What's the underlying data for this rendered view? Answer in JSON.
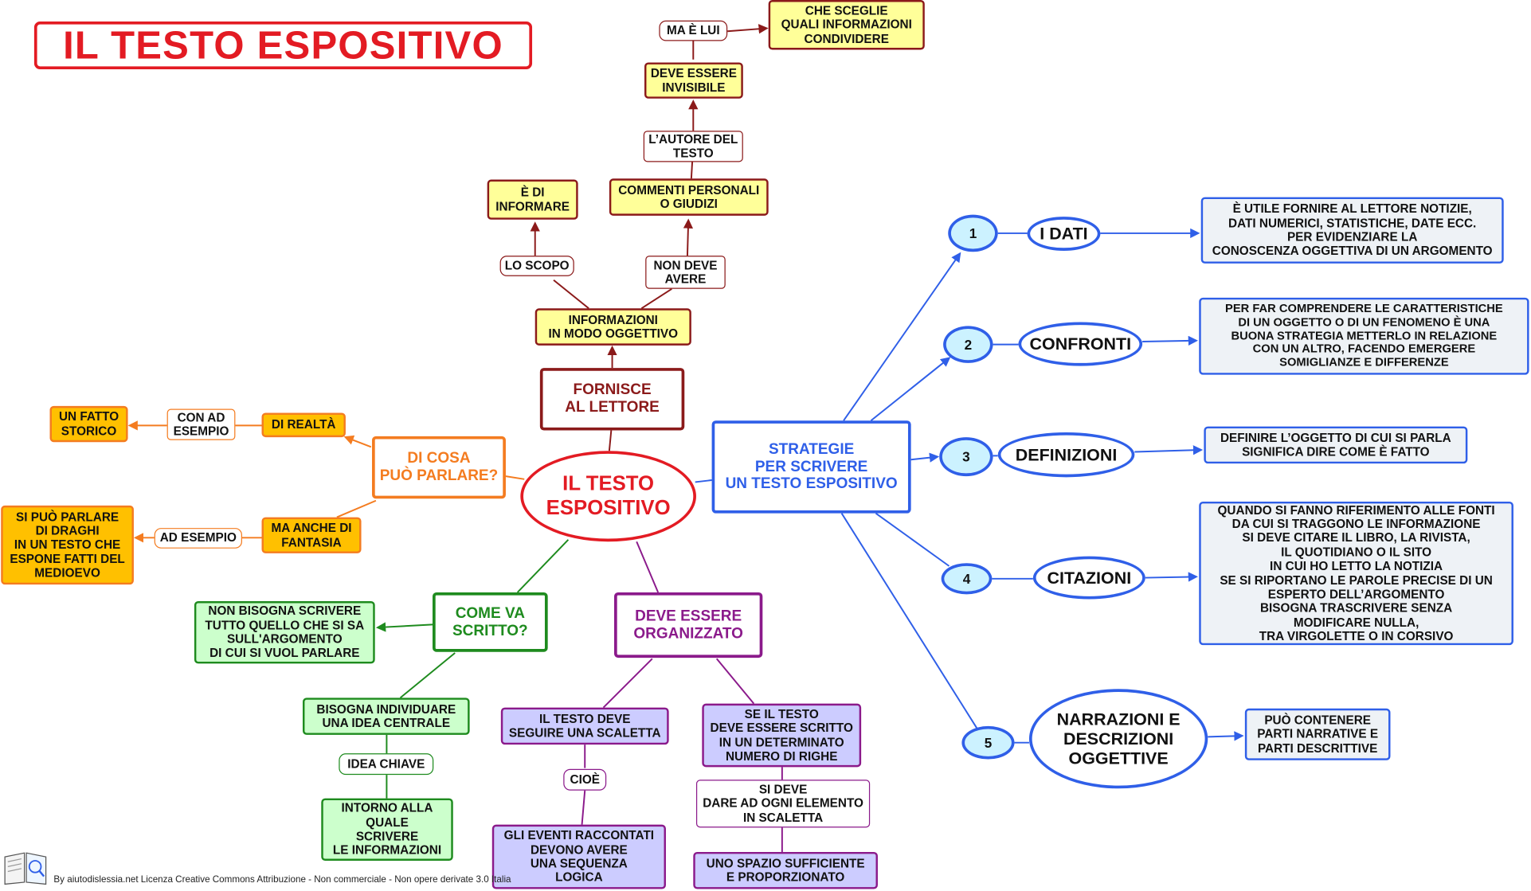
{
  "title": "IL TESTO ESPOSITIVO",
  "center": "IL TESTO\nESPOSITIVO",
  "footer": "By aiutodislessia.net Licenza Creative Commons Attribuzione - Non commerciale - Non opere derivate 3.0 Italia",
  "footer_logo": "aiutodislessia",
  "colors": {
    "red": "#e31b23",
    "darkred": "#8b1a1a",
    "orange": "#f47c20",
    "yellow_fill": "#ffff99",
    "gold_fill": "#ffc000",
    "green": "#1e8b1e",
    "green_fill": "#ccffcc",
    "purple": "#8b1a8b",
    "lavender_fill": "#ccccff",
    "blue": "#2f5fe8",
    "cyan_fill": "#ccf2ff",
    "gray_fill": "#eef2f6"
  },
  "top_branch": {
    "fornisce": "FORNISCE\nAL LETTORE",
    "informazioni": "INFORMAZIONI\nIN MODO OGGETTIVO",
    "lo_scopo": "LO SCOPO",
    "e_di_informare": "È DI\nINFORMARE",
    "non_deve_avere": "NON DEVE\nAVERE",
    "commenti": "COMMENTI PERSONALI\nO GIUDIZI",
    "autore": "L’AUTORE DEL\nTESTO",
    "invisibile": "DEVE ESSERE\nINVISIBILE",
    "ma_e_lui": "MA È LUI",
    "che_sceglie": "CHE SCEGLIE\nQUALI INFORMAZIONI\nCONDIVIDERE"
  },
  "left_branch": {
    "di_cosa": "DI COSA\nPUÒ PARLARE?",
    "di_realta": "DI REALTÀ",
    "con_ad_esempio": "CON AD\nESEMPIO",
    "fatto_storico": "UN FATTO\nSTORICO",
    "ma_anche": "MA ANCHE DI\nFANTASIA",
    "ad_esempio": "AD ESEMPIO",
    "draghi": "SI PUÒ PARLARE\nDI DRAGHI\nIN UN TESTO CHE\nESPONE FATTI DEL\nMEDIOEVO"
  },
  "green_branch": {
    "come_va": "COME VA\nSCRITTO?",
    "non_bisogna": "NON BISOGNA SCRIVERE\nTUTTO QUELLO CHE SI SA\nSULL'ARGOMENTO\nDI CUI SI VUOL PARLARE",
    "individuare": "BISOGNA INDIVIDUARE\nUNA IDEA CENTRALE",
    "idea_chiave": "IDEA CHIAVE",
    "intorno": "INTORNO ALLA\nQUALE\nSCRIVERE\nLE INFORMAZIONI"
  },
  "purple_branch": {
    "organizzato": "DEVE ESSERE\nORGANIZZATO",
    "scaletta": "IL TESTO DEVE\nSEGUIRE UNA SCALETTA",
    "cioe": "CIOÈ",
    "eventi": "GLI EVENTI RACCONTATI\nDEVONO AVERE\nUNA SEQUENZA\nLOGICA",
    "righe": "SE IL TESTO\nDEVE ESSERE SCRITTO\nIN UN DETERMINATO\nNUMERO DI RIGHE",
    "si_deve": "SI DEVE\nDARE AD OGNI ELEMENTO\nIN SCALETTA",
    "spazio": "UNO SPAZIO SUFFICIENTE\nE PROPORZIONATO"
  },
  "strategies": {
    "heading": "STRATEGIE\nPER SCRIVERE\nUN TESTO ESPOSITIVO",
    "items": [
      {
        "num": "1",
        "name": "I DATI",
        "desc": "È UTILE FORNIRE AL LETTORE NOTIZIE,\nDATI NUMERICI, STATISTICHE, DATE ECC.\nPER EVIDENZIARE LA\nCONOSCENZA OGGETTIVA DI UN ARGOMENTO"
      },
      {
        "num": "2",
        "name": "CONFRONTI",
        "desc": "PER FAR COMPRENDERE LE CARATTERISTICHE\nDI UN OGGETTO O DI UN FENOMENO È UNA\nBUONA STRATEGIA METTERLO IN RELAZIONE\nCON UN ALTRO, FACENDO EMERGERE\nSOMIGLIANZE E DIFFERENZE"
      },
      {
        "num": "3",
        "name": "DEFINIZIONI",
        "desc": "DEFINIRE L’OGGETTO DI CUI SI PARLA\nSIGNIFICA DIRE COME È FATTO"
      },
      {
        "num": "4",
        "name": "CITAZIONI",
        "desc": "QUANDO SI FANNO RIFERIMENTO ALLE FONTI\nDA CUI SI TRAGGONO LE INFORMAZIONE\nSI DEVE CITARE IL LIBRO, LA RIVISTA,\nIL QUOTIDIANO O IL SITO\nIN CUI HO LETTO LA NOTIZIA\nSE SI RIPORTANO LE PAROLE PRECISE DI UN\nESPERTO DELL’ARGOMENTO\nBISOGNA TRASCRIVERE SENZA\nMODIFICARE NULLA,\nTRA VIRGOLETTE O IN CORSIVO"
      },
      {
        "num": "5",
        "name": "NARRAZIONI E\nDESCRIZIONI\nOGGETTIVE",
        "desc": "PUÒ CONTENERE\nPARTI NARRATIVE E\nPARTI DESCRITTIVE"
      }
    ]
  }
}
